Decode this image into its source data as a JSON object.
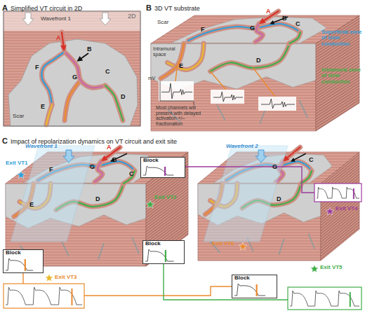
{
  "diagram": {
    "nodes": [
      {
        "text": [
          "A",
          "Simplified VT circuit in 2D"
        ]
      },
      {
        "text": [
          "B",
          "3D VT substrate"
        ]
      },
      {
        "text": [
          "C",
          "Impact of repolarization dynamics on VT circuit and exit site"
        ]
      },
      {
        "text": [
          "Block"
        ],
        "in": 2
      },
      {
        "text": [
          "Block"
        ],
        "in": 2
      },
      {
        "text": [
          "Block"
        ],
        "in": 2
      },
      {
        "text": [
          "Block"
        ],
        "in": 2
      }
    ],
    "labels": [
      "2D",
      "Wavefront 1",
      "A",
      "B",
      "F",
      "C",
      "G",
      "D",
      "E",
      "Scar",
      "A",
      "B",
      "Scar",
      "Intramural space",
      "F",
      "C",
      "G",
      "D",
      "E",
      "Superficial zone of slow conduction",
      "Intramural zone of slow conduction",
      "mV",
      "t",
      "Most channels will present with delayed activation +/– fractionation",
      "Wavefront 1",
      "A",
      "B",
      "Exit VT1",
      "F",
      "Exit VT2",
      "C",
      "G",
      "D",
      "E",
      "Exit VT3",
      "Wavefront 2",
      "Exit VT4",
      "Exit VT6",
      "C",
      "D",
      "Exit VT5",
      "G"
    ]
  }
}
